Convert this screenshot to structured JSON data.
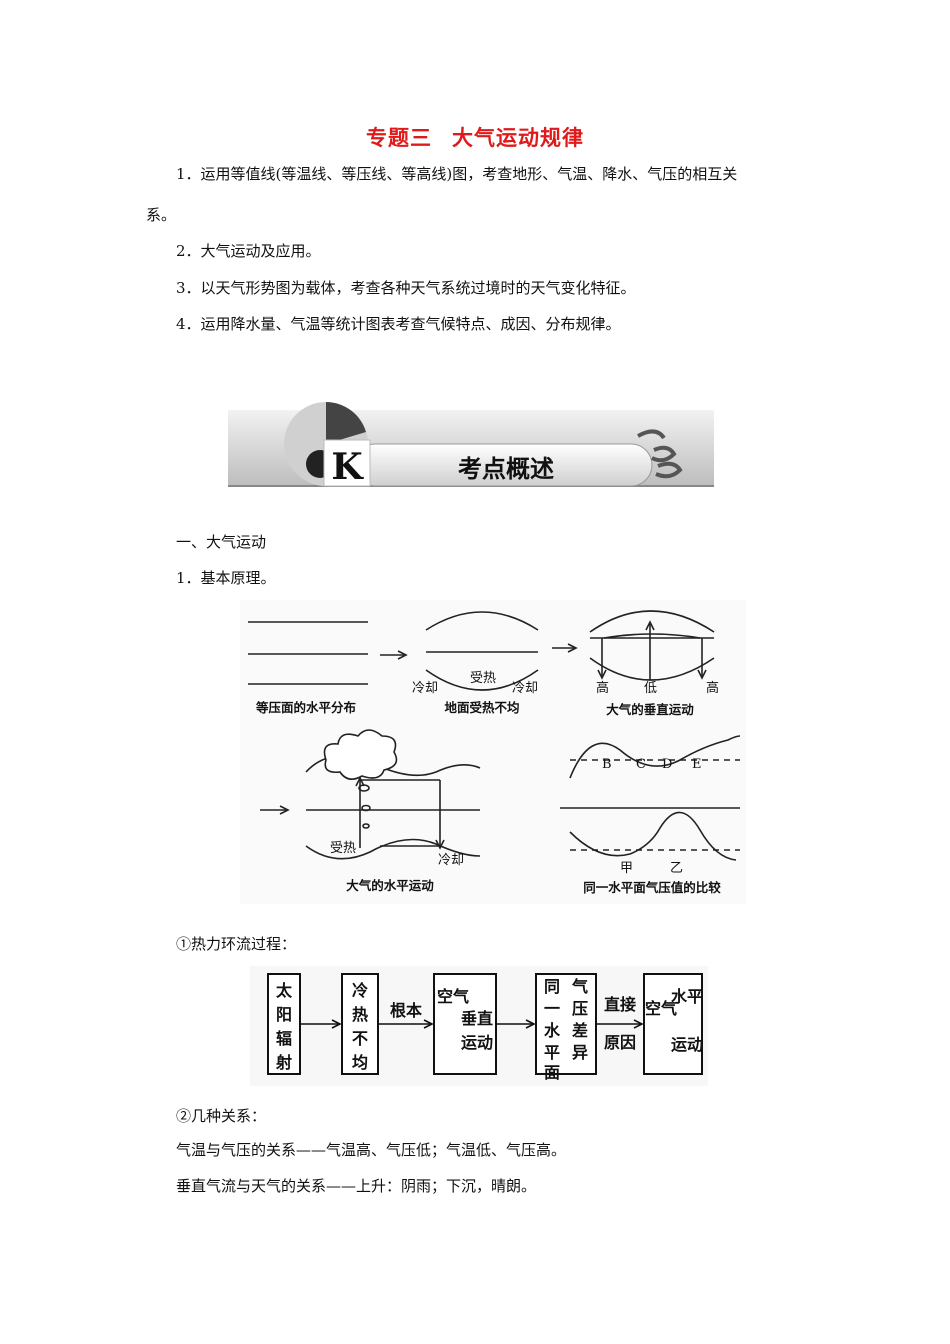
{
  "title": {
    "part1": "专题三",
    "part2": "大气运动规律"
  },
  "requirements": [
    "1．运用等值线(等温线、等压线、等高线)图，考查地形、气温、降水、气压的相互关",
    "系。",
    "2．大气运动及应用。",
    "3．以天气形势图为载体，考查各种天气系统过境时的天气变化特征。",
    "4．运用降水量、气温等统计图表考查气候特点、成因、分布规律。"
  ],
  "banner": {
    "letter": "K",
    "text": "考点概述"
  },
  "section1": "一、大气运动",
  "principle": "1．基本原理。",
  "figure1": {
    "cold": "冷却",
    "heat": "受热",
    "high": "高",
    "low": "低",
    "caption1": "等压面的水平分布",
    "caption2": "地面受热不均",
    "caption3": "大气的垂直运动",
    "caption4": "大气的水平运动",
    "caption5": "同一水平面气压值的比较",
    "points": [
      "B",
      "C",
      "D",
      "E"
    ],
    "jia": "甲",
    "yi": "乙"
  },
  "circ_title": "①热力环流过程：",
  "flow": {
    "box1": [
      "太",
      "阳",
      "辐",
      "射"
    ],
    "box2": [
      "冷",
      "热",
      "不",
      "均"
    ],
    "label_root": "根本",
    "box3": [
      "空气",
      "垂直",
      "运动"
    ],
    "box4": [
      "同",
      "一",
      "水",
      "平",
      "面",
      "气",
      "压",
      "差",
      "异"
    ],
    "label_direct1": "直接",
    "label_direct2": "原因",
    "box5": [
      "空气",
      "水平",
      "运动"
    ]
  },
  "relations_title": "②几种关系：",
  "relation1": "气温与气压的关系——气温高、气压低；气温低、气压高。",
  "relation2": "垂直气流与天气的关系——上升：阴雨；下沉，晴朗。"
}
